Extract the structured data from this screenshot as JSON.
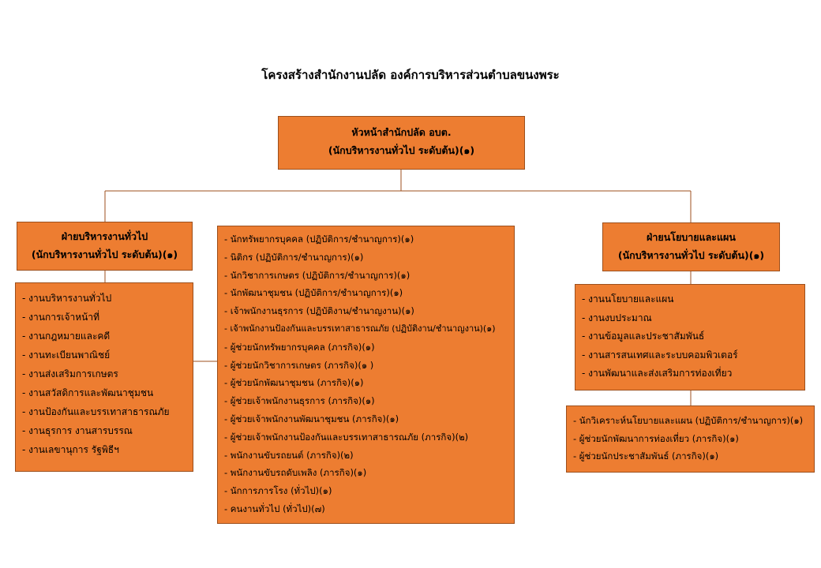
{
  "title": "โครงสร้างสำนักงานปลัด องค์การบริหารส่วนตำบลขนงพระ",
  "head": {
    "line1": "หัวหน้าสำนักปลัด  อบต.",
    "line2": "(นักบริหารงานทั่วไป  ระดับต้น)(๑)"
  },
  "left_division": {
    "line1": "ฝ่ายบริหารงานทั่วไป",
    "line2": "(นักบริหารงานทั่วไป  ระดับต้น)(๑)",
    "tasks": [
      "- งานบริหารงานทั่วไป",
      "- งานการเจ้าหน้าที่",
      "- งานกฎหมายและคดี",
      "- งานทะเบียนพาณิชย์",
      "- งานส่งเสริมการเกษตร",
      "- งานสวัสดิการและพัฒนาชุมชน",
      "- งานป้องกันและบรรเทาสาธารณภัย",
      "- งานธุรการ งานสารบรรณ",
      "- งานเลขานุการ รัฐพิธีฯ"
    ]
  },
  "center_staff": [
    "- นักทรัพยากรบุคคล (ปฏิบัติการ/ชำนาญการ)(๑)",
    "- นิติกร (ปฏิบัติการ/ชำนาญการ)(๑)",
    "- นักวิชาการเกษตร (ปฏิบัติการ/ชำนาญการ)(๑)",
    "- นักพัฒนาชุมชน (ปฏิบัติการ/ชำนาญการ)(๑)",
    "- เจ้าพนักงานธุรการ (ปฏิบัติงาน/ชำนาญงาน)(๑)",
    "- เจ้าพนักงานป้องกันและบรรเทาสาธารณภัย (ปฏิบัติงาน/ชำนาญงาน)(๑)",
    "- ผู้ช่วยนักทรัพยากรบุคคล (ภารกิจ)(๑)",
    "- ผู้ช่วยนักวิชาการเกษตร (ภารกิจ)(๑ )",
    "- ผู้ช่วยนักพัฒนาชุมชน (ภารกิจ)(๑)",
    "- ผู้ช่วยเจ้าพนักงานธุรการ (ภารกิจ)(๑)",
    "- ผู้ช่วยเจ้าพนักงานพัฒนาชุมชน (ภารกิจ)(๑)",
    "- ผู้ช่วยเจ้าพนักงานป้องกันและบรรเทาสาธารณภัย (ภารกิจ)(๒)",
    "- พนักงานขับรถยนต์ (ภารกิจ)(๒)",
    "- พนักงานขับรถดับเพลิง (ภารกิจ)(๑)",
    "- นักการภารโรง (ทั่วไป)(๑)",
    "- คนงานทั่วไป (ทั่วไป)(๗)"
  ],
  "right_division": {
    "line1": "ฝ่ายนโยบายและแผน",
    "line2": "(นักบริหารงานทั่วไป  ระดับต้น)(๑)",
    "tasks": [
      "- งานนโยบายและแผน",
      "- งานงบประมาณ",
      "- งานข้อมูลและประชาสัมพันธ์",
      "- งานสารสนเทศและระบบคอมพิวเตอร์",
      "- งานพัฒนาและส่งเสริมการท่องเที่ยว"
    ],
    "staff": [
      "- นักวิเคราะห์นโยบายและแผน (ปฏิบัติการ/ชำนาญการ)(๑)",
      "- ผู้ช่วยนักพัฒนาการท่องเที่ยว (ภารกิจ)(๑)",
      "- ผู้ช่วยนักประชาสัมพันธ์ (ภารกิจ)(๑)"
    ]
  },
  "colors": {
    "box_fill": "#ED7D31",
    "connector": "#9c4f1c"
  }
}
